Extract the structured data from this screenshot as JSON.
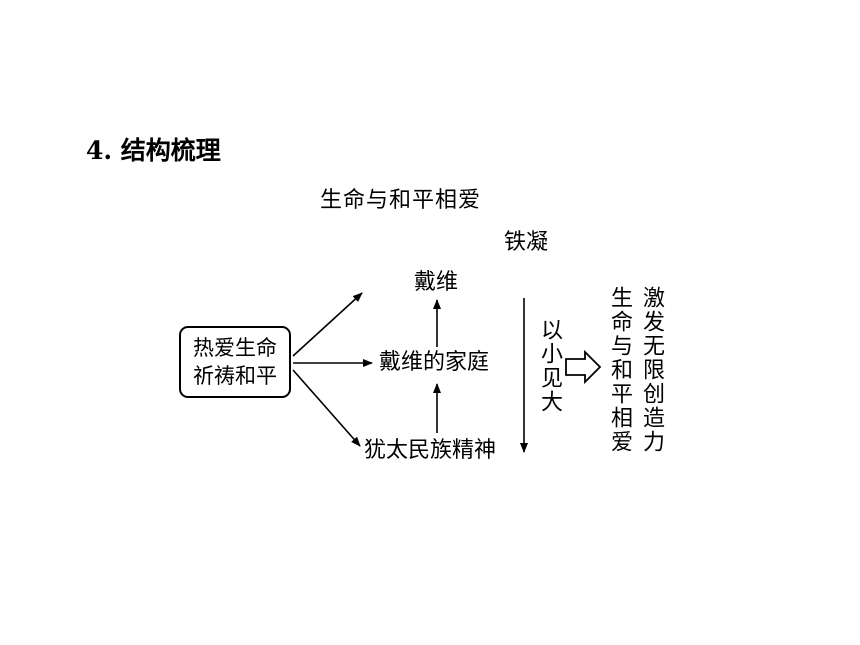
{
  "heading": "4. 结构梳理",
  "title": "生命与和平相爱",
  "author": "铁凝",
  "source": {
    "line1": "热爱生命",
    "line2": "祈祷和平"
  },
  "nodes": {
    "top": "戴维",
    "mid": "戴维的家庭",
    "bot": "犹太民族精神"
  },
  "method": "以小见大",
  "conclusion": {
    "col1": "激发无限创造力",
    "col2": "生命与和平相爱"
  }
}
